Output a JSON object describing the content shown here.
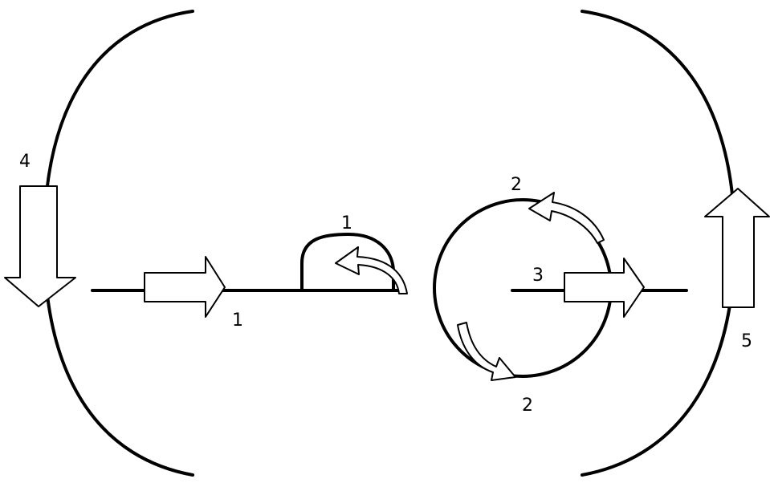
{
  "colors": {
    "line": "#000000",
    "fill": "#ffffff",
    "background": "#ffffff"
  },
  "labels": {
    "big_arrow_left": "4",
    "big_arrow_right": "5",
    "dna_arrow_left": "1",
    "dome_label": "1",
    "circle_top": "2",
    "circle_bottom": "2",
    "dna_arrow_right": "3"
  }
}
